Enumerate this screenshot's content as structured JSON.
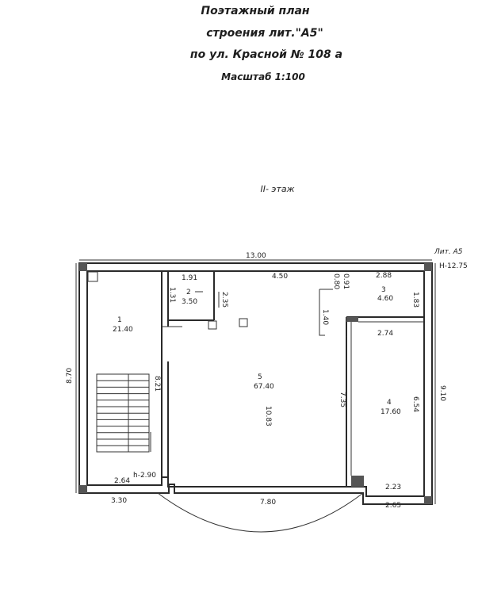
{
  "header": {
    "line1": "Поэтажный план",
    "line2": "строения лит.\"А5\"",
    "line3": "по ул. Красной № 108 а",
    "scale": "Масштаб 1:100"
  },
  "floor_label": "II- этаж",
  "plan": {
    "lit_label": "Лит. А5",
    "height_label": "Н-12.75",
    "stair_height_label": "h-2.90",
    "rooms": [
      {
        "number": "1",
        "area": "21.40"
      },
      {
        "number": "2",
        "area": "3.50"
      },
      {
        "number": "3",
        "area": "4.60"
      },
      {
        "number": "4",
        "area": "17.60"
      },
      {
        "number": "5",
        "area": "67.40"
      }
    ],
    "dimensions": {
      "top_total": "13.00",
      "left_total": "8.70",
      "right_total": "9.10",
      "bottom_left": "3.30",
      "bottom_left_inner": "2.64",
      "arc_width": "7.80",
      "room2_width": "1.91",
      "room2_height": "1.31",
      "room2_side": "2.35",
      "room5_top": "4.50",
      "room5_height": "10.83",
      "room1_height": "8.21",
      "col_a": "0.80",
      "col_b": "0.91",
      "col_c": "1.40",
      "room3_width": "2.88",
      "room3_height": "1.83",
      "room4_top": "2.74",
      "room4_left": "7.35",
      "room4_right": "6.54",
      "room4_bottom": "2.23",
      "bottom_right": "2.65"
    }
  }
}
